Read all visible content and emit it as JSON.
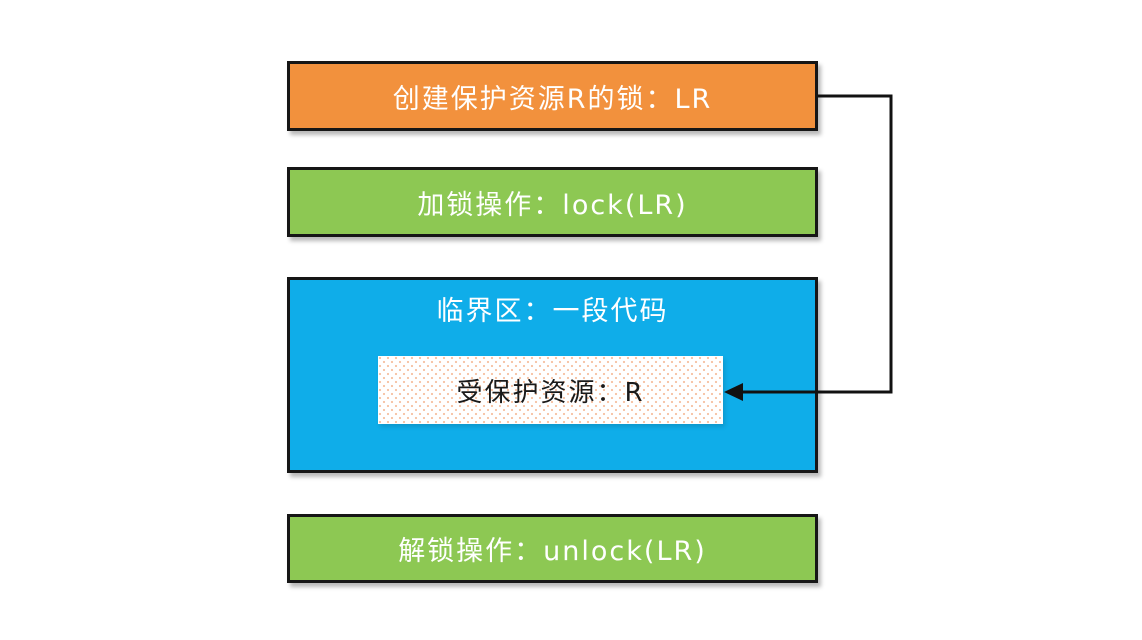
{
  "diagram": {
    "description_domain": "lock protecting a resource flow diagram",
    "nodes": {
      "create_lock": {
        "label": "创建保护资源R的锁：LR",
        "color": "#F2913D",
        "text_color": "#FFFFFF"
      },
      "lock_op": {
        "label": "加锁操作：lock(LR)",
        "color": "#8DC853",
        "text_color": "#FFFFFF"
      },
      "critical_section": {
        "label": "临界区：一段代码",
        "color": "#0FADE9",
        "text_color": "#FFFFFF"
      },
      "protected_resource": {
        "label": "受保护资源：R",
        "color": "#FFFFFF",
        "dot_color": "#F6C3A5",
        "text_color": "#1A1A1A"
      },
      "unlock_op": {
        "label": "解锁操作：unlock(LR)",
        "color": "#8DC853",
        "text_color": "#FFFFFF"
      }
    },
    "edge": {
      "from": "create_lock",
      "to": "protected_resource",
      "color": "#111111"
    },
    "border_color": "#161616",
    "background_color": "#FFFFFF"
  }
}
